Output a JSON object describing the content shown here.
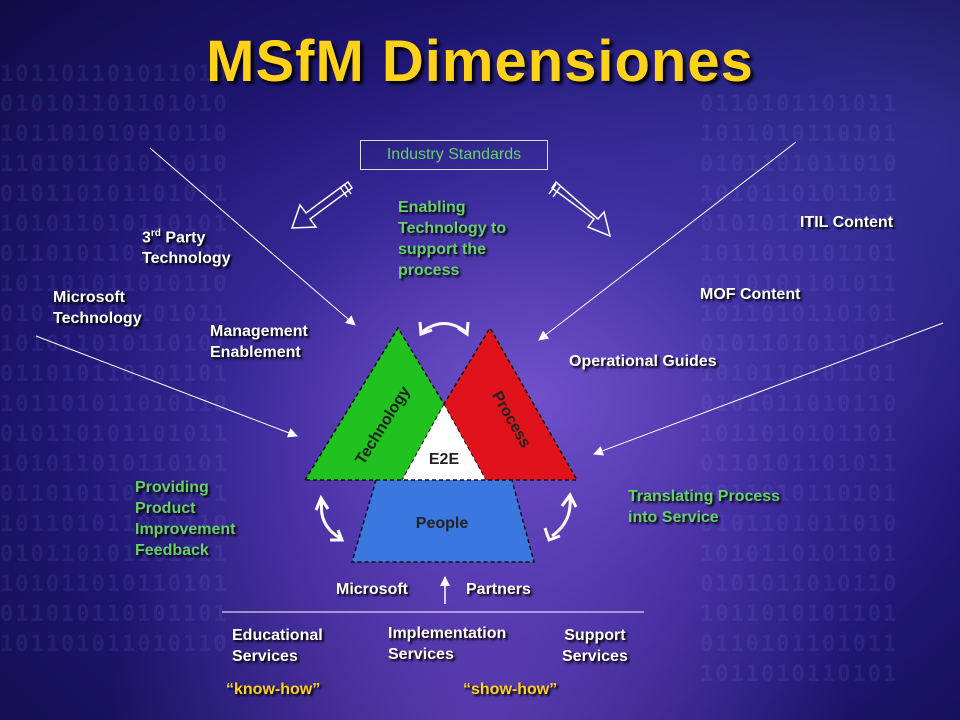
{
  "title": "MSfM Dimensiones",
  "industry_standards": "Industry Standards",
  "enabling": [
    "Enabling",
    "Technology to",
    "support the",
    "process"
  ],
  "third_party": {
    "prefix": "3",
    "sup": "rd",
    "rest": " Party",
    "line2": "Technology"
  },
  "microsoft_technology": [
    "Microsoft",
    "Technology"
  ],
  "management_enablement": [
    "Management",
    "Enablement"
  ],
  "itil_content": "ITIL Content",
  "mof_content": "MOF Content",
  "operational_guides": "Operational Guides",
  "providing": [
    "Providing",
    "Product",
    "Improvement",
    "Feedback"
  ],
  "translating": [
    "Translating Process",
    "into Service"
  ],
  "triangle": {
    "technology": "Technology",
    "process": "Process",
    "e2e": "E2E",
    "people": "People"
  },
  "microsoft": "Microsoft",
  "partners": "Partners",
  "educational": [
    "Educational",
    "Services"
  ],
  "implementation": [
    "Implementation",
    "Services"
  ],
  "support": [
    "Support",
    "Services"
  ],
  "know_how": "“know-how”",
  "show_how": "“show-how”",
  "colors": {
    "technology": "#1fc21f",
    "process": "#e0131c",
    "people": "#3a78e0",
    "title": "#ffd21a",
    "green_text": "#66d06a"
  }
}
